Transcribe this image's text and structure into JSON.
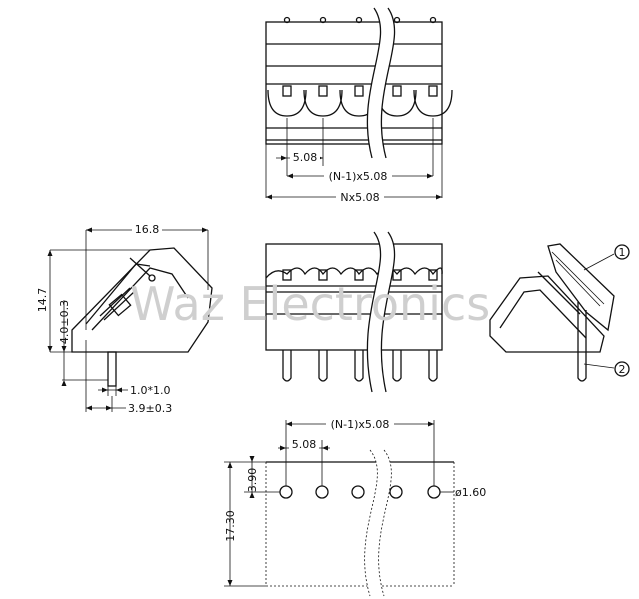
{
  "dimensions": {
    "pitch": "5.08",
    "pitch_span": "(N-1)x5.08",
    "total_width": "Nx5.08",
    "side_width": "16.8",
    "height": "14.7",
    "pin_length": "4.0±0.3",
    "pin_size": "1.0*1.0",
    "pin_offset": "3.9±0.3",
    "footprint_pitch_span": "(N-1)x5.08",
    "footprint_pitch": "5.08",
    "hole_edge_offset": "3.90",
    "hole_diameter": "ø1.60",
    "footprint_depth": "17.30"
  },
  "callouts": {
    "part1": "1",
    "part2": "2"
  },
  "watermark": "Waz Electronics"
}
